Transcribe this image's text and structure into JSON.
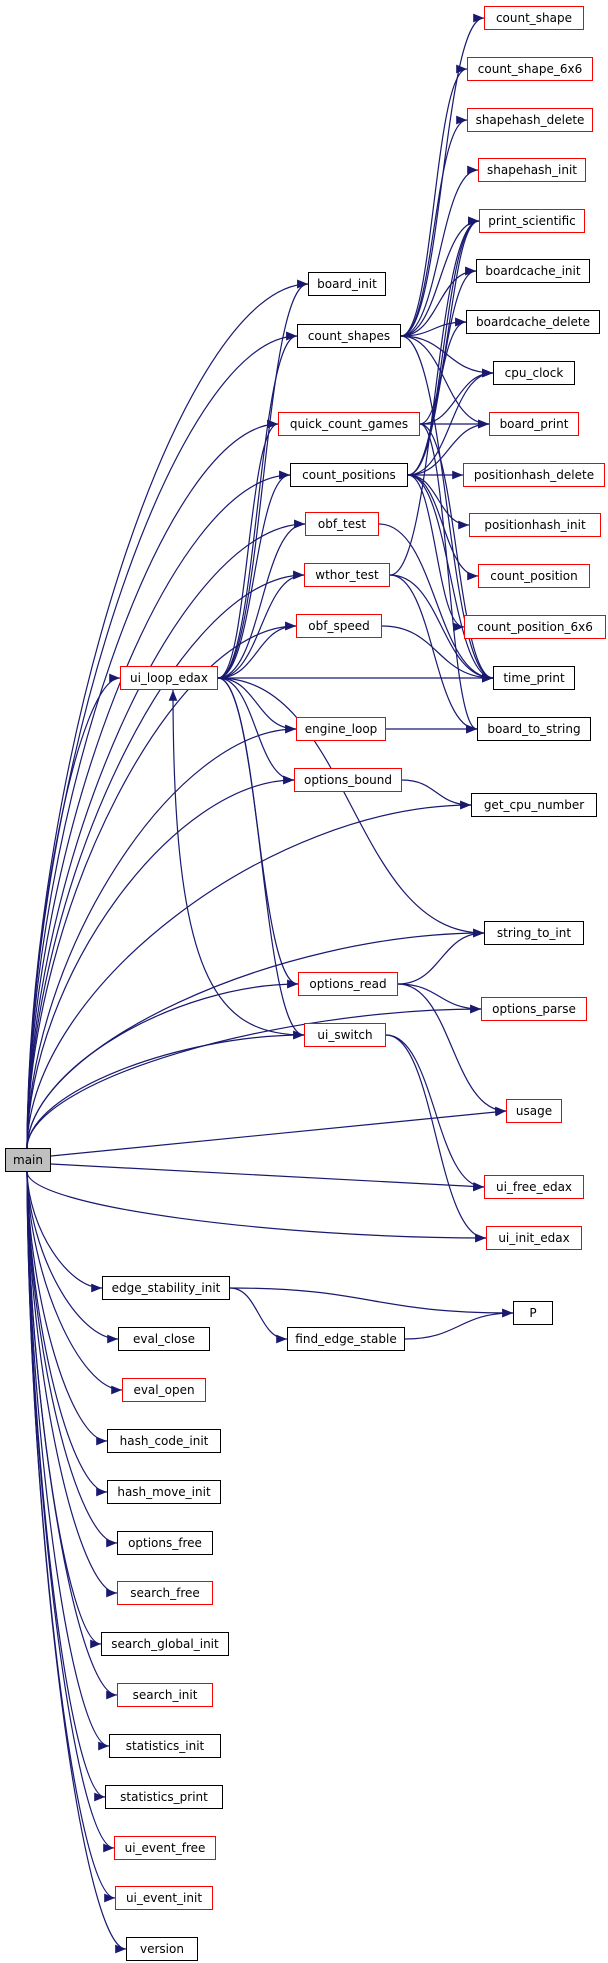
{
  "graph": {
    "edge_color": "#191970",
    "colors": {
      "black_border": "#000000",
      "red_border": "#ff0000",
      "root_fill": "#bfbfbf"
    },
    "nodes": {
      "main": {
        "label": "main",
        "style": "root"
      },
      "board_init": {
        "label": "board_init",
        "style": "black"
      },
      "count_shapes": {
        "label": "count_shapes",
        "style": "black"
      },
      "quick_count_games": {
        "label": "quick_count_games",
        "style": "red"
      },
      "count_positions": {
        "label": "count_positions",
        "style": "black"
      },
      "obf_test": {
        "label": "obf_test",
        "style": "red"
      },
      "wthor_test": {
        "label": "wthor_test",
        "style": "red"
      },
      "obf_speed": {
        "label": "obf_speed",
        "style": "red"
      },
      "ui_loop_edax": {
        "label": "ui_loop_edax",
        "style": "red"
      },
      "engine_loop": {
        "label": "engine_loop",
        "style": "red"
      },
      "options_bound": {
        "label": "options_bound",
        "style": "red"
      },
      "options_read": {
        "label": "options_read",
        "style": "red"
      },
      "ui_switch": {
        "label": "ui_switch",
        "style": "red"
      },
      "count_shape": {
        "label": "count_shape",
        "style": "red"
      },
      "count_shape_6x6": {
        "label": "count_shape_6x6",
        "style": "red"
      },
      "shapehash_delete": {
        "label": "shapehash_delete",
        "style": "red"
      },
      "shapehash_init": {
        "label": "shapehash_init",
        "style": "red"
      },
      "print_scientific": {
        "label": "print_scientific",
        "style": "red"
      },
      "boardcache_init": {
        "label": "boardcache_init",
        "style": "black"
      },
      "boardcache_delete": {
        "label": "boardcache_delete",
        "style": "black"
      },
      "cpu_clock": {
        "label": "cpu_clock",
        "style": "black"
      },
      "board_print": {
        "label": "board_print",
        "style": "red"
      },
      "positionhash_delete": {
        "label": "positionhash_delete",
        "style": "red"
      },
      "positionhash_init": {
        "label": "positionhash_init",
        "style": "red"
      },
      "count_position": {
        "label": "count_position",
        "style": "red"
      },
      "count_position_6x6": {
        "label": "count_position_6x6",
        "style": "red"
      },
      "time_print": {
        "label": "time_print",
        "style": "black"
      },
      "board_to_string": {
        "label": "board_to_string",
        "style": "black"
      },
      "get_cpu_number": {
        "label": "get_cpu_number",
        "style": "black"
      },
      "string_to_int": {
        "label": "string_to_int",
        "style": "black"
      },
      "options_parse": {
        "label": "options_parse",
        "style": "red"
      },
      "usage": {
        "label": "usage",
        "style": "red"
      },
      "ui_free_edax": {
        "label": "ui_free_edax",
        "style": "red"
      },
      "ui_init_edax": {
        "label": "ui_init_edax",
        "style": "red"
      },
      "edge_stability_init": {
        "label": "edge_stability_init",
        "style": "black"
      },
      "find_edge_stable": {
        "label": "find_edge_stable",
        "style": "black"
      },
      "P": {
        "label": "P",
        "style": "black"
      },
      "eval_close": {
        "label": "eval_close",
        "style": "black"
      },
      "eval_open": {
        "label": "eval_open",
        "style": "red"
      },
      "hash_code_init": {
        "label": "hash_code_init",
        "style": "black"
      },
      "hash_move_init": {
        "label": "hash_move_init",
        "style": "black"
      },
      "options_free": {
        "label": "options_free",
        "style": "black"
      },
      "search_free": {
        "label": "search_free",
        "style": "red"
      },
      "search_global_init": {
        "label": "search_global_init",
        "style": "black"
      },
      "search_init": {
        "label": "search_init",
        "style": "red"
      },
      "statistics_init": {
        "label": "statistics_init",
        "style": "black"
      },
      "statistics_print": {
        "label": "statistics_print",
        "style": "black"
      },
      "ui_event_free": {
        "label": "ui_event_free",
        "style": "red"
      },
      "ui_event_init": {
        "label": "ui_event_init",
        "style": "red"
      },
      "version": {
        "label": "version",
        "style": "black"
      }
    },
    "edges": [
      [
        "main",
        "board_init"
      ],
      [
        "main",
        "count_shapes"
      ],
      [
        "main",
        "quick_count_games"
      ],
      [
        "main",
        "count_positions"
      ],
      [
        "main",
        "obf_test"
      ],
      [
        "main",
        "wthor_test"
      ],
      [
        "main",
        "obf_speed"
      ],
      [
        "main",
        "ui_loop_edax"
      ],
      [
        "main",
        "engine_loop"
      ],
      [
        "main",
        "options_bound"
      ],
      [
        "main",
        "get_cpu_number"
      ],
      [
        "main",
        "string_to_int"
      ],
      [
        "main",
        "options_read"
      ],
      [
        "main",
        "ui_switch"
      ],
      [
        "main",
        "options_parse"
      ],
      [
        "main",
        "usage"
      ],
      [
        "main",
        "ui_free_edax"
      ],
      [
        "main",
        "ui_init_edax"
      ],
      [
        "main",
        "edge_stability_init"
      ],
      [
        "main",
        "eval_close"
      ],
      [
        "main",
        "eval_open"
      ],
      [
        "main",
        "hash_code_init"
      ],
      [
        "main",
        "hash_move_init"
      ],
      [
        "main",
        "options_free"
      ],
      [
        "main",
        "search_free"
      ],
      [
        "main",
        "search_global_init"
      ],
      [
        "main",
        "search_init"
      ],
      [
        "main",
        "statistics_init"
      ],
      [
        "main",
        "statistics_print"
      ],
      [
        "main",
        "ui_event_free"
      ],
      [
        "main",
        "ui_event_init"
      ],
      [
        "main",
        "version"
      ],
      [
        "ui_loop_edax",
        "board_init"
      ],
      [
        "ui_loop_edax",
        "count_shapes"
      ],
      [
        "ui_loop_edax",
        "quick_count_games"
      ],
      [
        "ui_loop_edax",
        "count_positions"
      ],
      [
        "ui_loop_edax",
        "obf_test"
      ],
      [
        "ui_loop_edax",
        "wthor_test"
      ],
      [
        "ui_loop_edax",
        "obf_speed"
      ],
      [
        "ui_loop_edax",
        "time_print"
      ],
      [
        "ui_loop_edax",
        "engine_loop"
      ],
      [
        "ui_loop_edax",
        "options_bound"
      ],
      [
        "ui_loop_edax",
        "string_to_int"
      ],
      [
        "ui_loop_edax",
        "options_read"
      ],
      [
        "ui_loop_edax",
        "ui_switch"
      ],
      [
        "count_shapes",
        "count_shape"
      ],
      [
        "count_shapes",
        "count_shape_6x6"
      ],
      [
        "count_shapes",
        "shapehash_delete"
      ],
      [
        "count_shapes",
        "shapehash_init"
      ],
      [
        "count_shapes",
        "print_scientific"
      ],
      [
        "count_shapes",
        "boardcache_init"
      ],
      [
        "count_shapes",
        "boardcache_delete"
      ],
      [
        "count_shapes",
        "cpu_clock"
      ],
      [
        "count_shapes",
        "board_print"
      ],
      [
        "count_shapes",
        "time_print"
      ],
      [
        "quick_count_games",
        "print_scientific"
      ],
      [
        "quick_count_games",
        "cpu_clock"
      ],
      [
        "quick_count_games",
        "board_print"
      ],
      [
        "quick_count_games",
        "time_print"
      ],
      [
        "quick_count_games",
        "board_to_string"
      ],
      [
        "count_positions",
        "print_scientific"
      ],
      [
        "count_positions",
        "boardcache_init"
      ],
      [
        "count_positions",
        "boardcache_delete"
      ],
      [
        "count_positions",
        "cpu_clock"
      ],
      [
        "count_positions",
        "board_print"
      ],
      [
        "count_positions",
        "positionhash_delete"
      ],
      [
        "count_positions",
        "positionhash_init"
      ],
      [
        "count_positions",
        "count_position"
      ],
      [
        "count_positions",
        "count_position_6x6"
      ],
      [
        "count_positions",
        "time_print"
      ],
      [
        "obf_test",
        "time_print"
      ],
      [
        "wthor_test",
        "print_scientific"
      ],
      [
        "wthor_test",
        "time_print"
      ],
      [
        "wthor_test",
        "board_to_string"
      ],
      [
        "obf_speed",
        "time_print"
      ],
      [
        "engine_loop",
        "board_to_string"
      ],
      [
        "options_bound",
        "get_cpu_number"
      ],
      [
        "options_read",
        "string_to_int"
      ],
      [
        "options_read",
        "options_parse"
      ],
      [
        "options_read",
        "usage"
      ],
      [
        "ui_switch",
        "ui_loop_edax"
      ],
      [
        "ui_switch",
        "ui_free_edax"
      ],
      [
        "ui_switch",
        "ui_init_edax"
      ],
      [
        "edge_stability_init",
        "P"
      ],
      [
        "edge_stability_init",
        "find_edge_stable"
      ],
      [
        "find_edge_stable",
        "P"
      ]
    ]
  }
}
